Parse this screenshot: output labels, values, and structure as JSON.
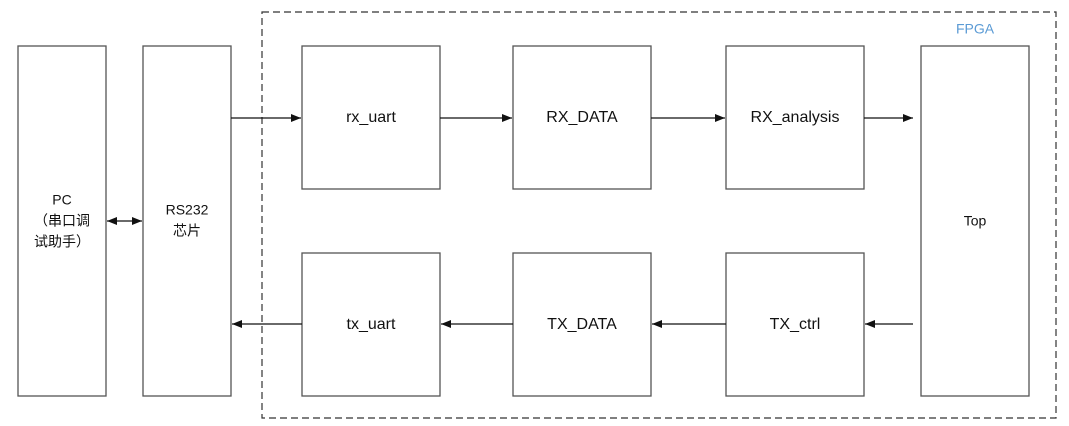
{
  "fpga": {
    "label": "FPGA",
    "color": "#5b9bd5"
  },
  "blocks": {
    "pc": [
      "PC",
      "（串口调",
      "试助手）"
    ],
    "rs232": [
      "RS232",
      "芯片"
    ],
    "rx_uart": "rx_uart",
    "rx_data": "RX_DATA",
    "rx_analysis": "RX_analysis",
    "top": "Top",
    "tx_uart": "tx_uart",
    "tx_data": "TX_DATA",
    "tx_ctrl": "TX_ctrl"
  }
}
